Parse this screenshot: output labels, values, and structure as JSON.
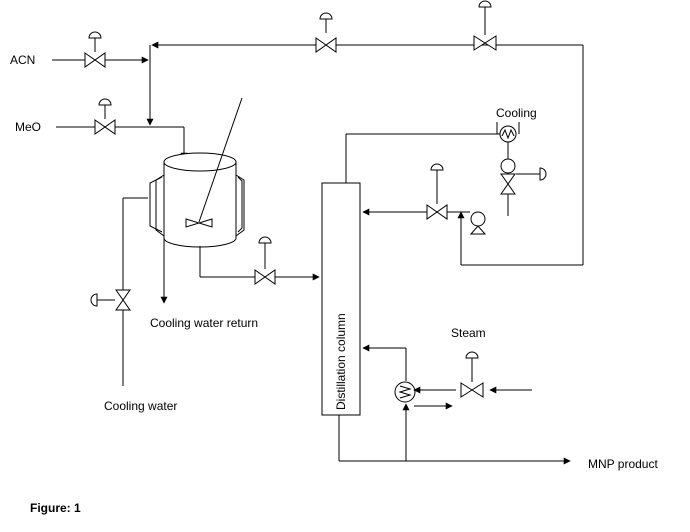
{
  "labels": {
    "acn": "ACN",
    "meo": "MeO",
    "cooling": "Cooling",
    "steam": "Steam",
    "cooling_water_return": "Cooling water return",
    "cooling_water": "Cooling water",
    "distillation_column": "Distillation column",
    "mnp_product": "MNP product",
    "figure_caption": "Figure: 1"
  }
}
